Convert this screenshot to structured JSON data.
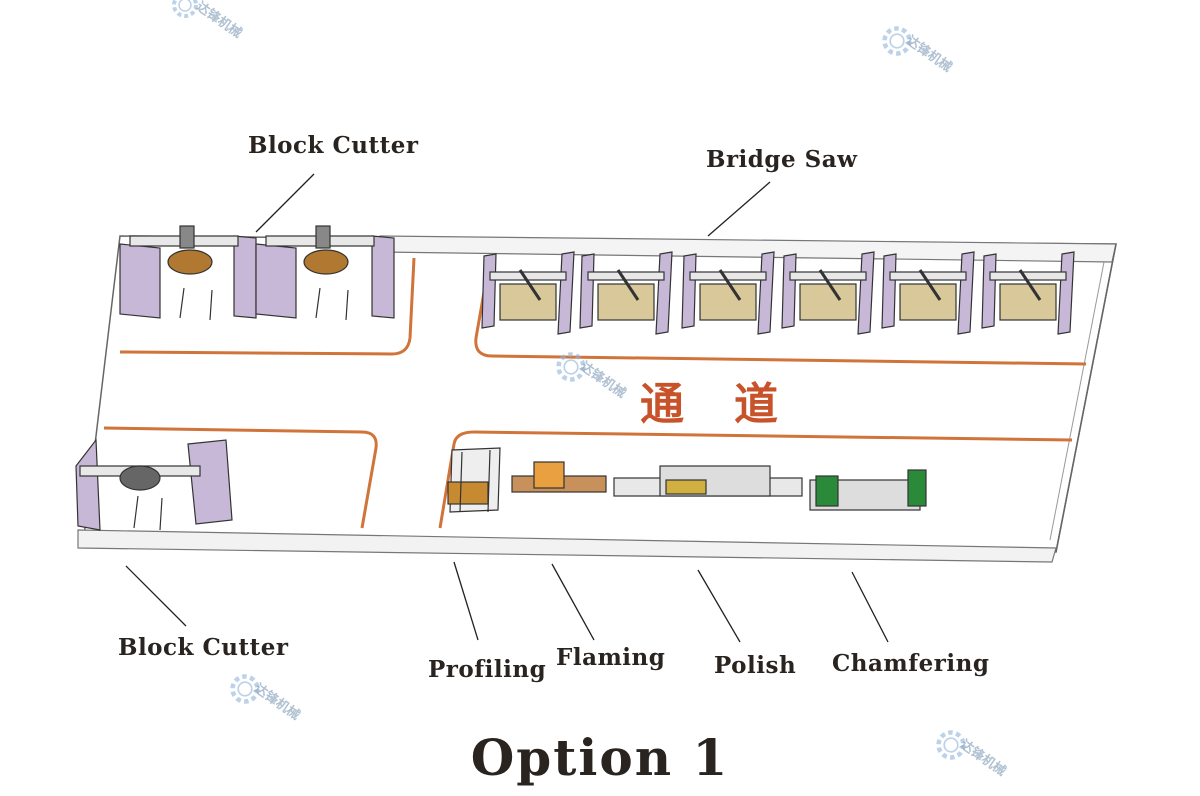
{
  "labels": {
    "block_cutter_top": "Block Cutter",
    "bridge_saw": "Bridge Saw",
    "block_cutter_bottom": "Block Cutter",
    "profiling": "Profiling",
    "flaming": "Flaming",
    "polish": "Polish",
    "chamfering": "Chamfering"
  },
  "aisle_text": "通道",
  "title": "Option 1",
  "watermark": {
    "text": "达锋机械",
    "icon": "gear-logo-icon"
  },
  "colors": {
    "lane_line": "#d0743a",
    "aisle_text": "#c8532a",
    "floor_outline": "#555555",
    "machine_panel": "#c8b8d8",
    "watermark": "#8fa8c0"
  }
}
